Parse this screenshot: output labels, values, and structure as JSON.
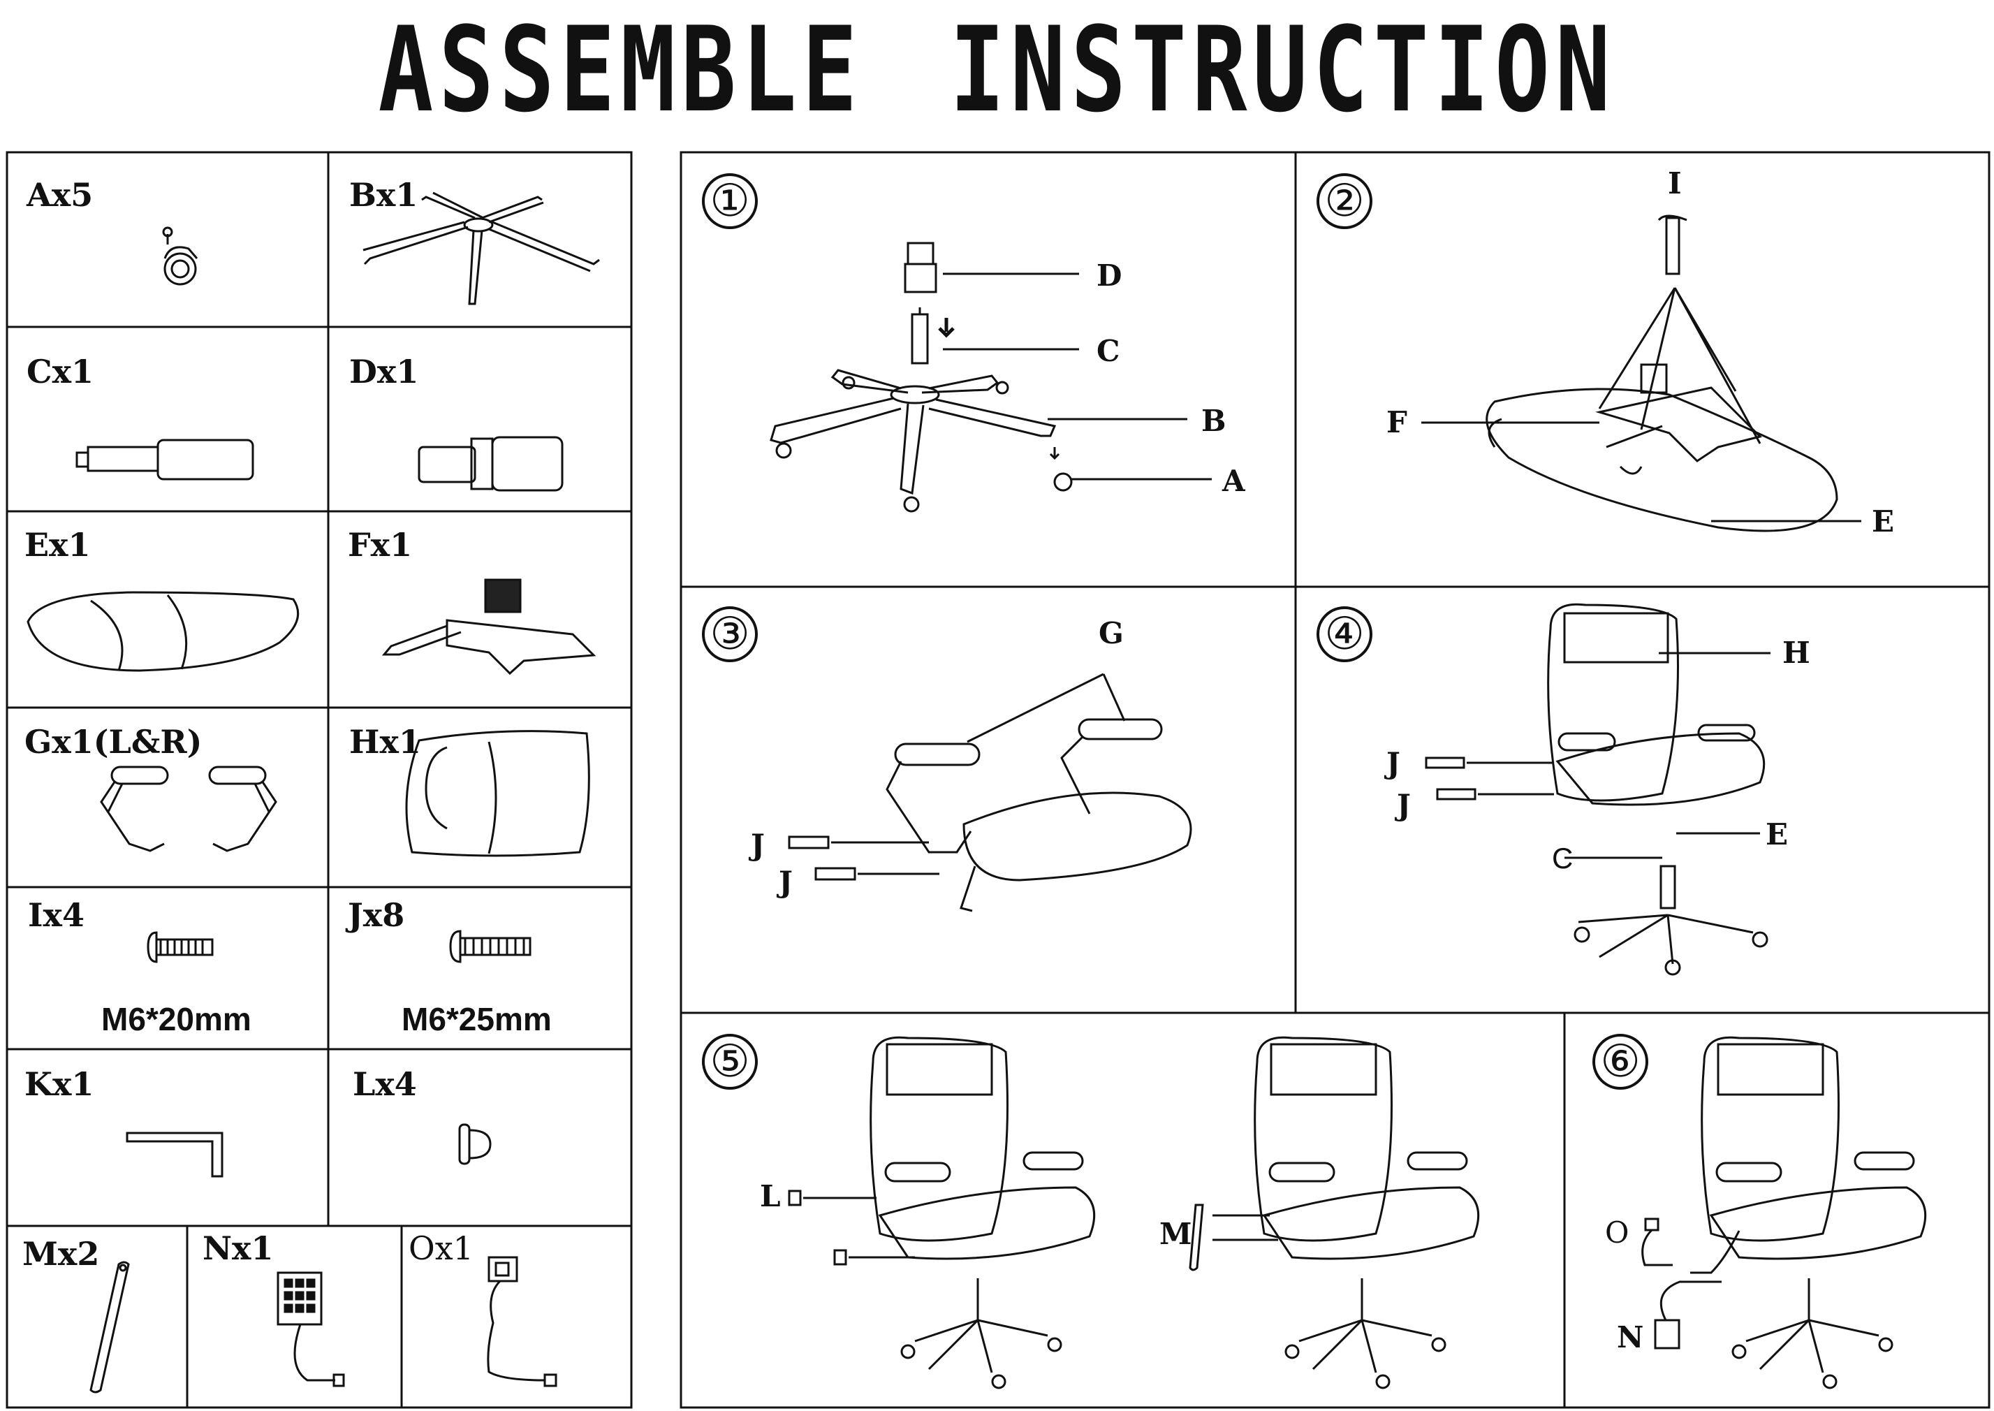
{
  "title": {
    "left": "ASSEMBLE",
    "right": "INSTRUCTION"
  },
  "parts": [
    {
      "id": "A",
      "label": "Ax5",
      "icon": "caster-wheel-icon"
    },
    {
      "id": "B",
      "label": "Bx1",
      "icon": "star-base-icon"
    },
    {
      "id": "C",
      "label": "Cx1",
      "icon": "gas-cylinder-icon"
    },
    {
      "id": "D",
      "label": "Dx1",
      "icon": "cylinder-cover-icon"
    },
    {
      "id": "E",
      "label": "Ex1",
      "icon": "seat-cushion-icon"
    },
    {
      "id": "F",
      "label": "Fx1",
      "icon": "tilt-mechanism-icon"
    },
    {
      "id": "G",
      "label": "Gx1(L&R)",
      "icon": "armrests-icon"
    },
    {
      "id": "H",
      "label": "Hx1",
      "icon": "backrest-icon"
    },
    {
      "id": "I",
      "label": "Ix4",
      "icon": "screw-icon",
      "spec": "M6*20mm"
    },
    {
      "id": "J",
      "label": "Jx8",
      "icon": "screw-icon",
      "spec": "M6*25mm"
    },
    {
      "id": "K",
      "label": "Kx1",
      "icon": "allen-key-icon"
    },
    {
      "id": "L",
      "label": "Lx4",
      "icon": "cap-plug-icon"
    },
    {
      "id": "M",
      "label": "Mx2",
      "icon": "cover-strip-icon"
    },
    {
      "id": "N",
      "label": "Nx1",
      "icon": "remote-control-icon"
    },
    {
      "id": "O",
      "label": "Ox1",
      "icon": "cable-connector-icon"
    }
  ],
  "steps": [
    {
      "number": "①",
      "callouts": [
        "D",
        "C",
        "B",
        "A"
      ]
    },
    {
      "number": "②",
      "callouts": [
        "I",
        "F",
        "E"
      ]
    },
    {
      "number": "③",
      "callouts": [
        "G",
        "J",
        "J"
      ]
    },
    {
      "number": "④",
      "callouts": [
        "H",
        "J",
        "J",
        "E",
        "C"
      ]
    },
    {
      "number": "⑤",
      "callouts": [
        "L",
        "M"
      ]
    },
    {
      "number": "⑥",
      "callouts": [
        "O",
        "N"
      ]
    }
  ]
}
